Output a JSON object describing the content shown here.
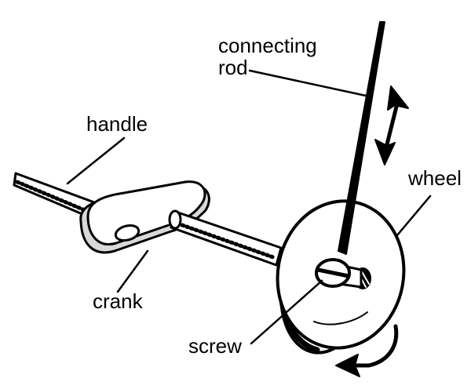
{
  "labels": {
    "connecting_rod_line1": "connecting",
    "connecting_rod_line2": "rod",
    "handle": "handle",
    "wheel": "wheel",
    "crank": "crank",
    "screw": "screw"
  },
  "colors": {
    "ink": "#000000",
    "paper": "#ffffff",
    "shade": "#d8d8d8"
  },
  "icons": {
    "up_down_arrow": "double-headed-arrow",
    "rotation_arrow": "curved-arrow"
  }
}
